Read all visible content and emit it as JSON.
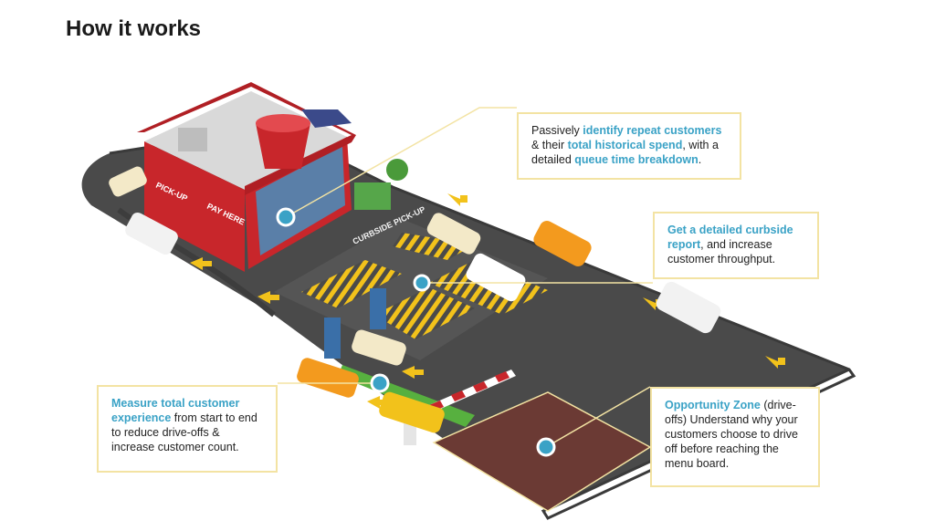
{
  "title": "How it works",
  "labels": {
    "pickup_sign": "PICK-UP",
    "pay_sign": "PAY HERE",
    "curbside": "CURBSIDE PICK-UP"
  },
  "callouts": {
    "repeat": {
      "pre": "Passively ",
      "hl1": "identify repeat customers",
      "mid": " & their ",
      "hl2": "total historical spend",
      "mid2": ", with a detailed ",
      "hl3": "queue time breakdown",
      "post": "."
    },
    "curbside": {
      "hl1": "Get a detailed curbside report",
      "post": ", and increase customer throughput."
    },
    "experience": {
      "hl1": "Measure total customer experience",
      "post": " from start to end to reduce drive-offs & increase customer count."
    },
    "opportunity": {
      "hl1": "Opportunity Zone",
      "post": " (drive-offs) Understand why your customers choose to drive off before reaching the menu board."
    }
  },
  "colors": {
    "accent": "#3aa2c6",
    "callout_border": "#f3e3a3",
    "building_red": "#c8262b",
    "asphalt": "#4a4a4a",
    "stripe_yellow": "#f2c21b",
    "opportunity_zone": "#6b3a34"
  }
}
